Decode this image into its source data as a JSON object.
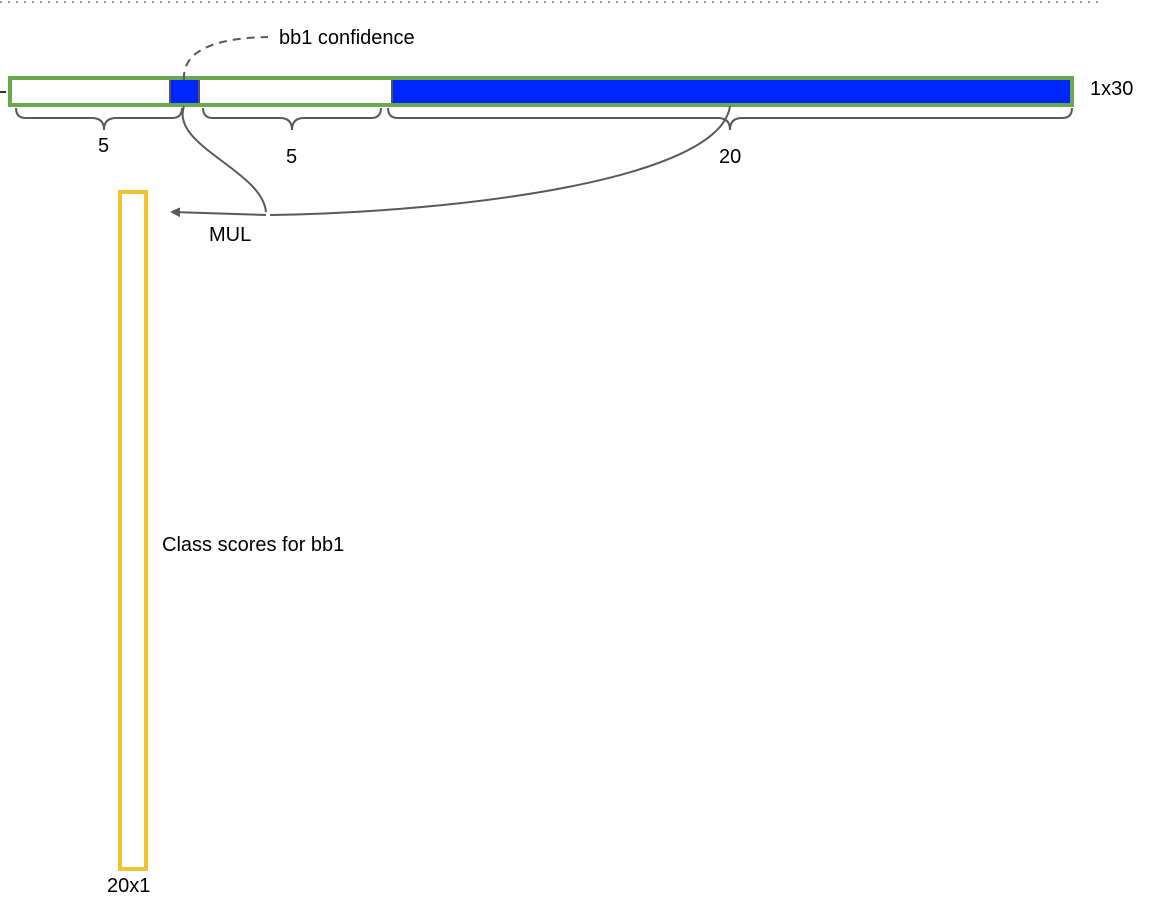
{
  "labels": {
    "confidence": "bb1 confidence",
    "row_shape": "1x30",
    "seg1_count": "5",
    "seg2_count": "5",
    "seg3_count": "20",
    "operation": "MUL",
    "column_caption": "Class scores for bb1",
    "column_shape": "20x1"
  },
  "colors": {
    "row_outline": "#6aa84f",
    "highlight_fill": "#0026ff",
    "divider": "#555555",
    "column_outline": "#f1c232",
    "arrow": "#595959",
    "brace": "#595959",
    "dotted_line": "#999999"
  }
}
